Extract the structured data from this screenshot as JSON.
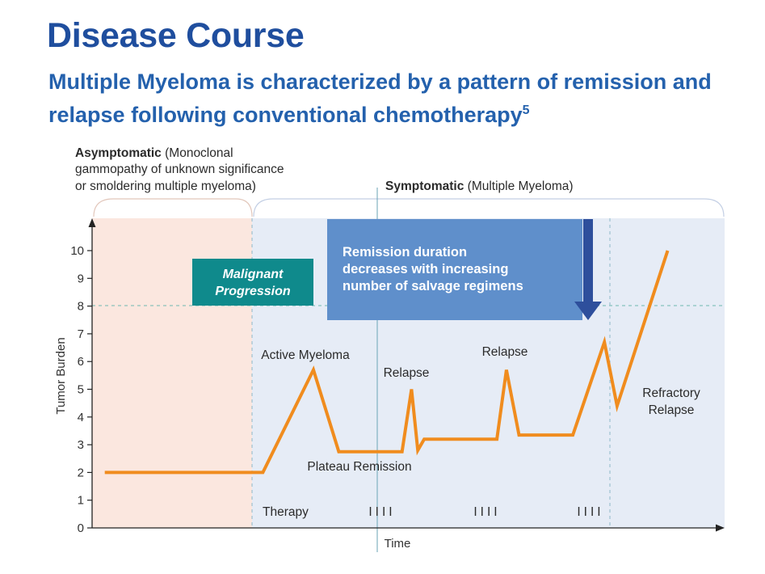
{
  "header": {
    "title": "Disease Course",
    "subtitle": "Multiple Myeloma is characterized by a pattern of remission and relapse following conventional chemotherapy",
    "subtitle_ref": "5"
  },
  "phases": {
    "asymptomatic_bold": "Asymptomatic",
    "asymptomatic_detail": [
      "(Monoclonal",
      "gammopathy of unknown significance",
      "or smoldering multiple myeloma)"
    ],
    "symptomatic_bold": "Symptomatic",
    "symptomatic_detail": "(Multiple Myeloma)"
  },
  "boxes": {
    "malignant": [
      "Malignant",
      "Progression"
    ],
    "remission": [
      "Remission duration",
      "decreases with increasing",
      "number of salvage regimens"
    ]
  },
  "annotations": {
    "active": "Active Myeloma",
    "relapse1": "Relapse",
    "relapse2": "Relapse",
    "plateau": "Plateau Remission",
    "refractory": [
      "Refractory",
      "Relapse"
    ],
    "therapy": "Therapy",
    "therapy_marks": "IIII"
  },
  "colors": {
    "line": "#f08c1e",
    "asymptomatic_bg": "#fbe7df",
    "symptomatic_bg": "#e6ecf6",
    "teal_box": "#0f8a8c",
    "blue_box": "#5f8fcb",
    "arrow": "#2e4f9c"
  },
  "chart_data": {
    "type": "line",
    "title": "",
    "xlabel": "Time",
    "ylabel": "Tumor Burden",
    "ylim": [
      0,
      10
    ],
    "yticks": [
      0,
      1,
      2,
      3,
      4,
      5,
      6,
      7,
      8,
      9,
      10
    ],
    "series": [
      {
        "values": [
          [
            0.02,
            2.0
          ],
          [
            0.27,
            2.0
          ],
          [
            0.35,
            5.7
          ],
          [
            0.39,
            2.75
          ],
          [
            0.49,
            2.75
          ],
          [
            0.505,
            5.0
          ],
          [
            0.515,
            2.8
          ],
          [
            0.525,
            3.2
          ],
          [
            0.64,
            3.2
          ],
          [
            0.655,
            5.7
          ],
          [
            0.675,
            3.35
          ],
          [
            0.76,
            3.35
          ],
          [
            0.81,
            6.7
          ],
          [
            0.83,
            4.4
          ],
          [
            0.91,
            10.0
          ]
        ]
      }
    ]
  }
}
